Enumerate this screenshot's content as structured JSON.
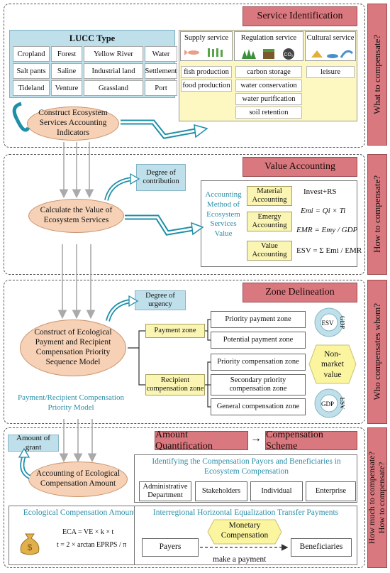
{
  "colors": {
    "header": "#d9787e",
    "peach": "#f6d1b6",
    "light_blue": "#bfe0ea",
    "yellow": "#fbf5b4",
    "teal_text": "#2a8ea8",
    "arrow_blue": "#1f8fa8"
  },
  "section1": {
    "side_label": "What to compensate?",
    "header": "Service Identification",
    "lucc_title": "LUCC Type",
    "lucc_cells": [
      "Cropland",
      "Forest",
      "Yellow River",
      "Water",
      "Salt pants",
      "Saline",
      "Industrial land",
      "Settlement",
      "Tideland",
      "Venture",
      "Grassland",
      "Port"
    ],
    "construct_node": "Construct Ecosystem Services Accounting Indicators",
    "supply_title": "Supply service",
    "regulation_title": "Regulation service",
    "cultural_title": "Cultural service",
    "supply_items": [
      "fish production",
      "food production"
    ],
    "regulation_items": [
      "carbon storage",
      "water conservation",
      "water purification",
      "soil retention"
    ],
    "cultural_items": [
      "leisure"
    ],
    "co2_glyph": "CO₂"
  },
  "section2": {
    "side_label": "How to compensate?",
    "header": "Value Accounting",
    "degree_contribution": "Degree of contribution",
    "calc_node": "Calculate the Value of Ecosystem Services",
    "method_label": "Accounting Method of Ecosystem Services Value",
    "methods": [
      "Material Accounting",
      "Emergy Accounting",
      "Value Accounting"
    ],
    "formula_1": "Invest+RS",
    "formula_2": "Emi = Qi × Ti",
    "formula_3": "EMR = Emy / GDP",
    "formula_4": "ESV = Σ Emi / EMR"
  },
  "section3": {
    "side_label": "Who compensates whom?",
    "header": "Zone Delineation",
    "degree_urgency": "Degree of urgency",
    "model_node": "Construct of Ecological Payment and Recipient Compensation Priority Sequence Model",
    "payment_zone": "Payment zone",
    "recipient_zone": "Recipient compensation zone",
    "payment_subzones": [
      "Priority payment zone",
      "Potential payment zone"
    ],
    "recipient_subzones": [
      "Priority compensation zone",
      "Secondary priority compensation zone",
      "General compensation zone"
    ],
    "non_market": "Non-market value",
    "esv": "ESV",
    "gdp": "GDP",
    "model_caption": "Payment/Recipient Compensation Priority Model"
  },
  "section4": {
    "side_label_1": "How much to compensate?",
    "side_label_2": "How to compensate?",
    "header_left": "Amount Quantification",
    "header_arrow": "→",
    "header_right": "Compensation Scheme",
    "amount_grant": "Amount of grant",
    "accounting_node": "Accounting of Ecological Compensation Amount",
    "eca_title": "Ecological Compensation Amount",
    "eca_formula_1": "ECA = VE × k × t",
    "eca_formula_2": "t = 2 × arctan EPRPS / π",
    "identify_title": "Identifying the Compensation Payors and Beneficiaries in Ecosystem Compensation",
    "parties": [
      "Administrative Department",
      "Stakeholders",
      "Individual",
      "Enterprise"
    ],
    "transfer_title": "Interregional Horizontal Equalization Transfer Payments",
    "monetary": "Monetary Compensation",
    "payers": "Payers",
    "beneficiaries": "Beneficiaries",
    "make_payment": "make a payment"
  }
}
